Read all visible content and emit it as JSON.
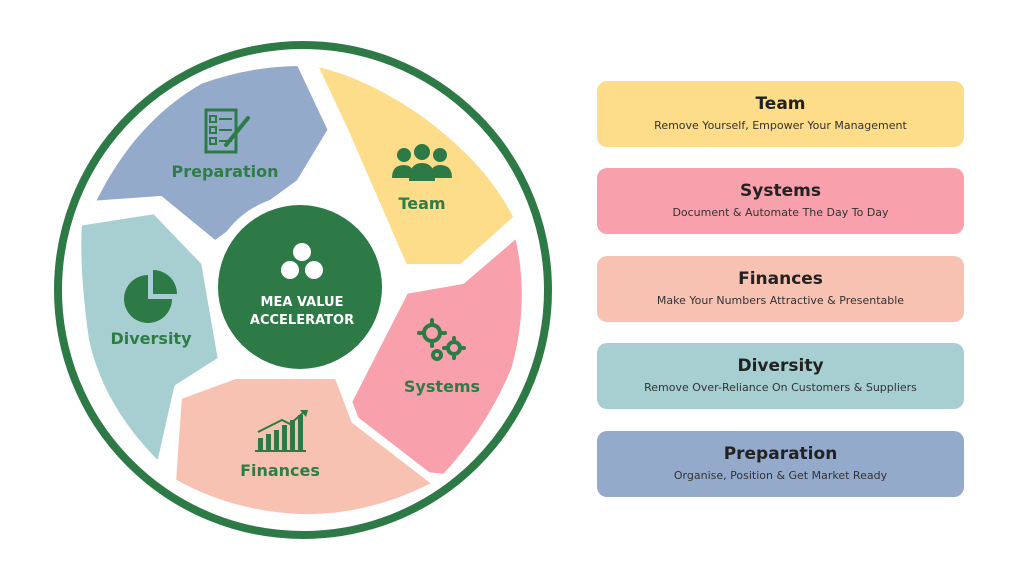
{
  "hub": {
    "line1": "MEA VALUE",
    "line2": "ACCELERATOR",
    "icon": "three-circles-icon",
    "color": "#2e7a47"
  },
  "ring_color": "#2e7a47",
  "segments": [
    {
      "label": "Team",
      "color": "#fddc8a",
      "icon": "people-group-icon"
    },
    {
      "label": "Systems",
      "color": "#f8a0ab",
      "icon": "gears-icon"
    },
    {
      "label": "Finances",
      "color": "#f8c2b2",
      "icon": "growth-chart-icon"
    },
    {
      "label": "Diversity",
      "color": "#a7cfd1",
      "icon": "pie-chart-icon"
    },
    {
      "label": "Preparation",
      "color": "#94aacb",
      "icon": "checklist-icon"
    }
  ],
  "cards": [
    {
      "title": "Team",
      "subtitle": "Remove Yourself, Empower Your Management",
      "color": "#fddc8a"
    },
    {
      "title": "Systems",
      "subtitle": "Document & Automate The Day To Day",
      "color": "#f8a0ab"
    },
    {
      "title": "Finances",
      "subtitle": "Make Your Numbers Attractive & Presentable",
      "color": "#f8c2b2"
    },
    {
      "title": "Diversity",
      "subtitle": "Remove Over-Reliance On Customers & Suppliers",
      "color": "#a7cfd1"
    },
    {
      "title": "Preparation",
      "subtitle": "Organise, Position & Get Market Ready",
      "color": "#94aacb"
    }
  ]
}
